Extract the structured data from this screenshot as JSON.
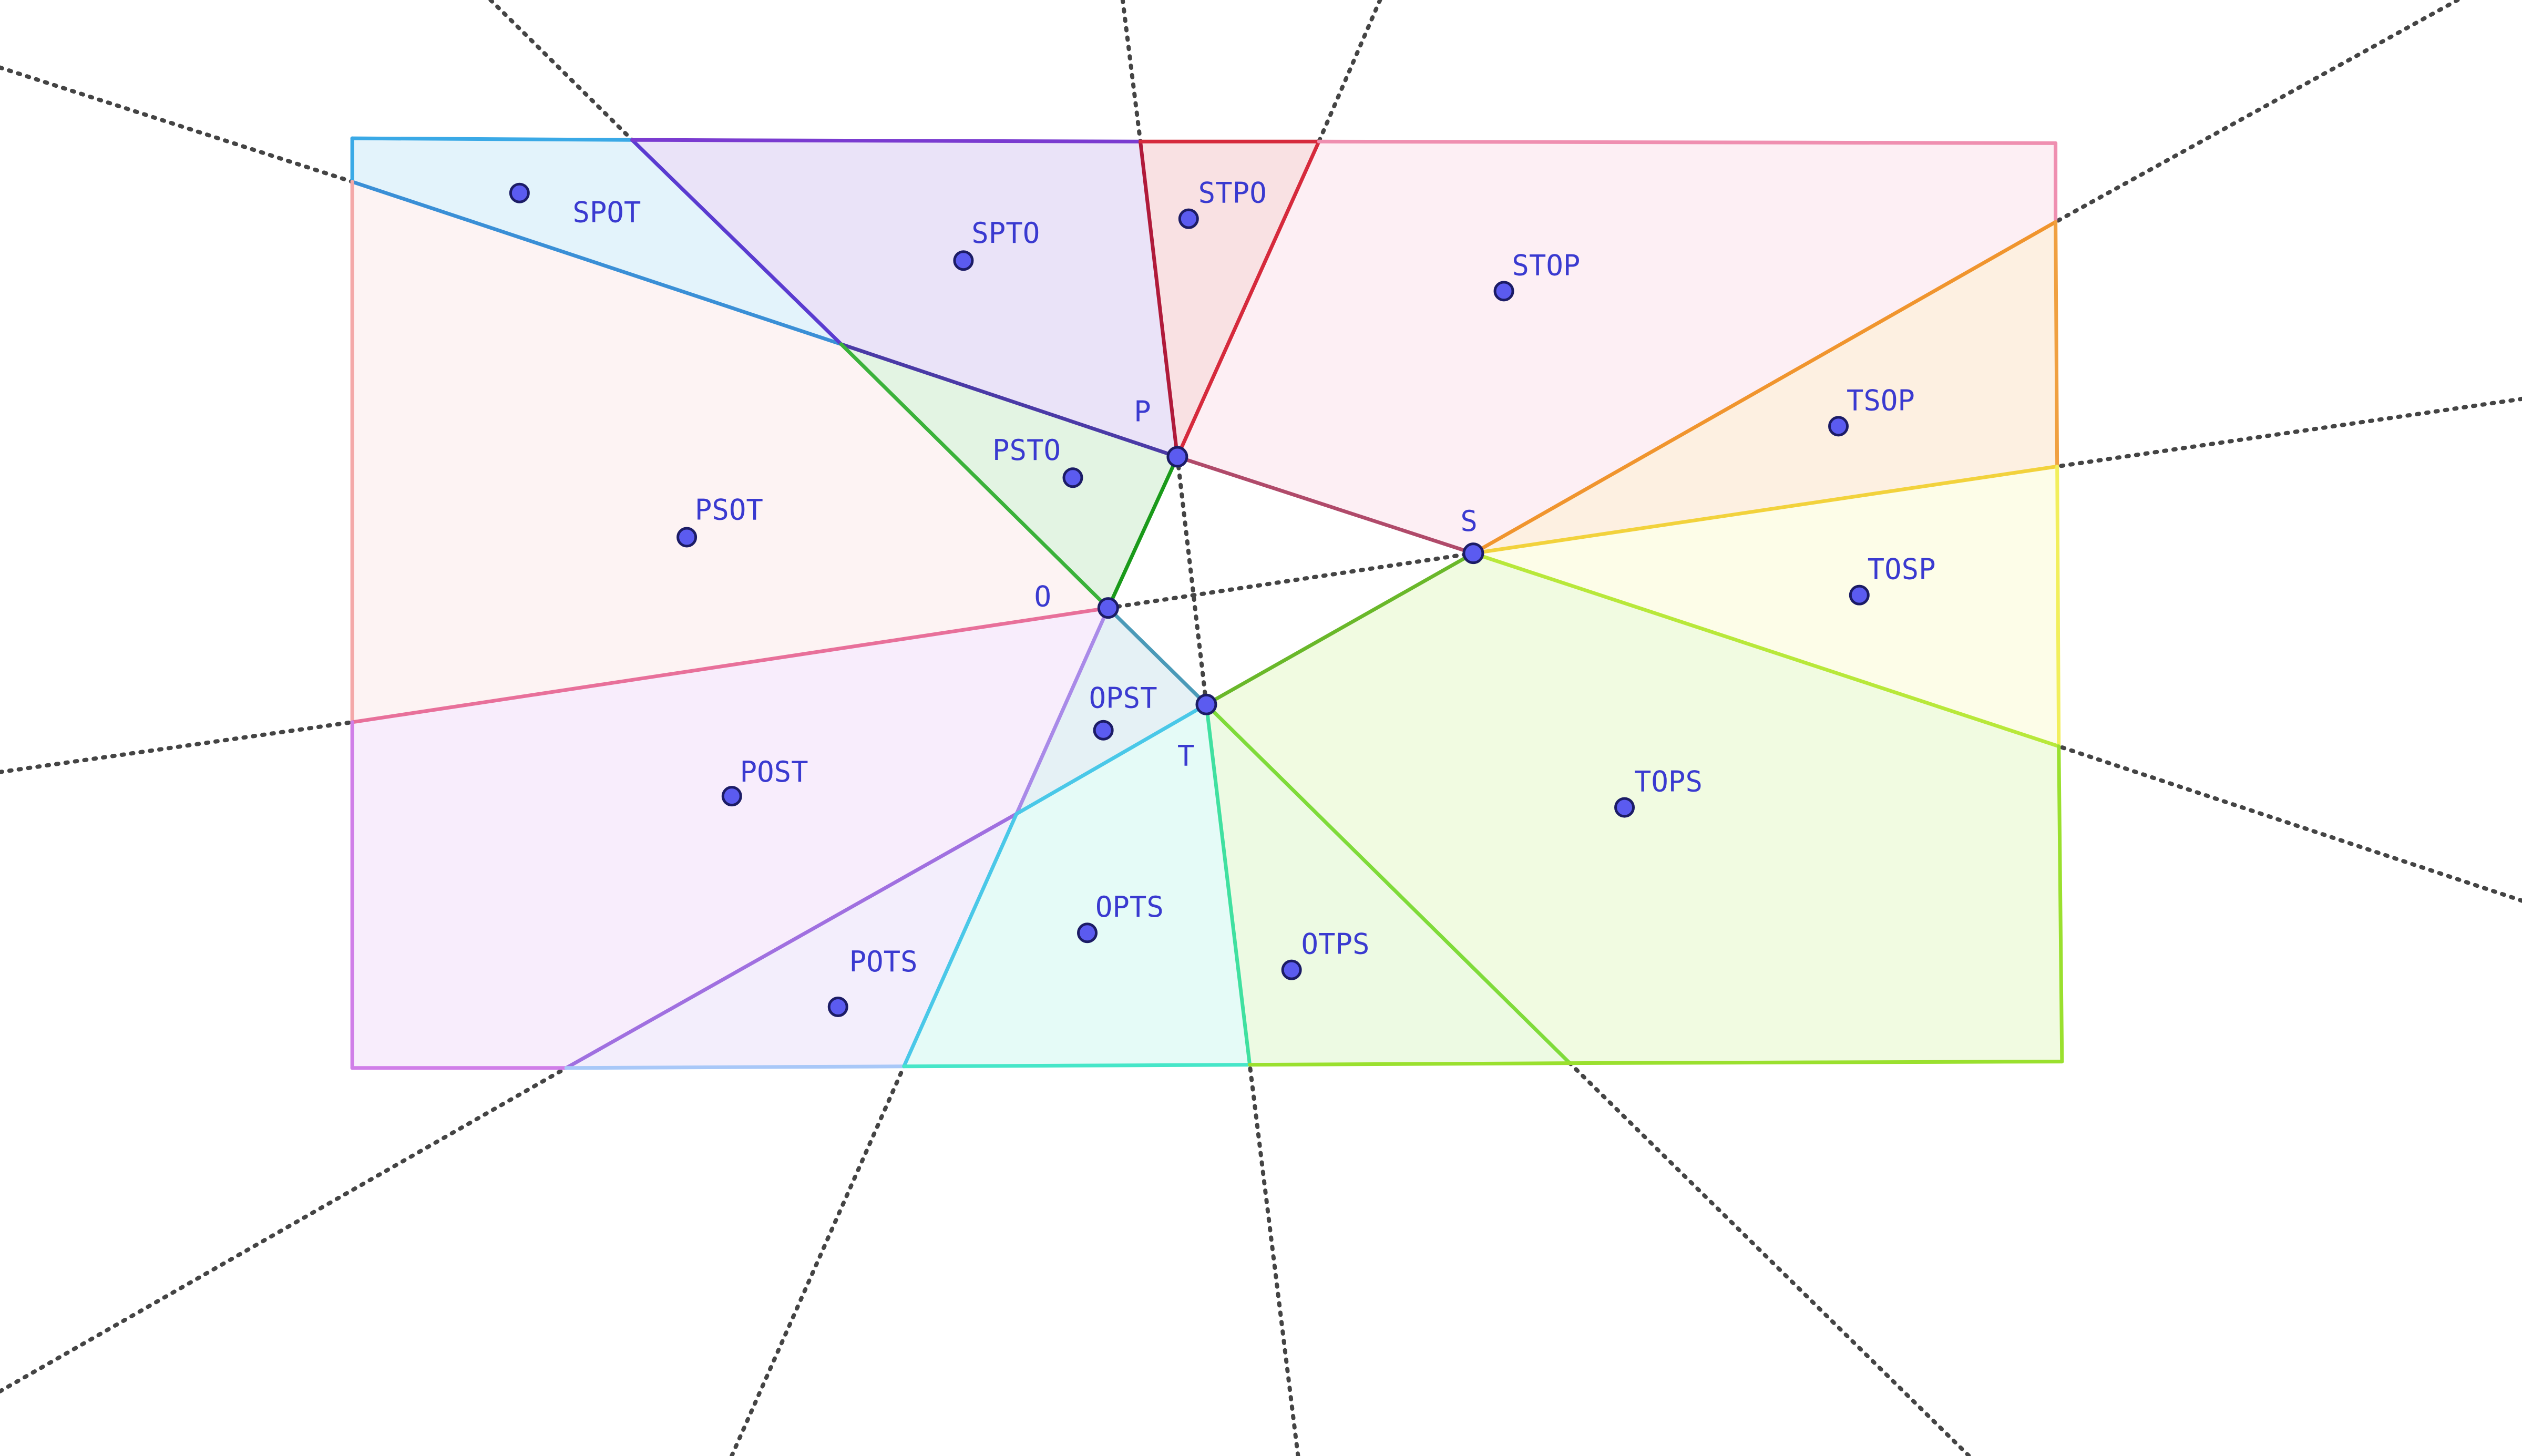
{
  "colors": {
    "label": "#3a3ad0",
    "point_fill": "#5b5bf0",
    "point_stroke": "#1c1c66",
    "dotted_line": "#444444"
  },
  "points": [
    {
      "id": "P",
      "label": "P"
    },
    {
      "id": "O",
      "label": "O"
    },
    {
      "id": "S",
      "label": "S"
    },
    {
      "id": "T",
      "label": "T"
    }
  ],
  "regions": [
    {
      "id": "SPOT",
      "label": "SPOT",
      "color": "#3aa9e6"
    },
    {
      "id": "SPTO",
      "label": "SPTO",
      "color": "#6a3bd0"
    },
    {
      "id": "STPO",
      "label": "STPO",
      "color": "#d62a3c"
    },
    {
      "id": "STOP",
      "label": "STOP",
      "color": "#ef8fb0"
    },
    {
      "id": "PSTO",
      "label": "PSTO",
      "color": "#3ab23a"
    },
    {
      "id": "PSOT",
      "label": "PSOT",
      "color": "#f4a8a8"
    },
    {
      "id": "TSOP",
      "label": "TSOP",
      "color": "#f0952e"
    },
    {
      "id": "TOSP",
      "label": "TOSP",
      "color": "#f2ef5c"
    },
    {
      "id": "OPST",
      "label": "OPST",
      "color": "#4a9ab8"
    },
    {
      "id": "POST",
      "label": "POST",
      "color": "#d07ee8"
    },
    {
      "id": "TOPS",
      "label": "TOPS",
      "color": "#9ae02e"
    },
    {
      "id": "OPTS",
      "label": "OPTS",
      "color": "#46e6c8"
    },
    {
      "id": "POTS",
      "label": "POTS",
      "color": "#a98ae8"
    },
    {
      "id": "OTPS",
      "label": "OTPS",
      "color": "#7fdb3a"
    }
  ]
}
